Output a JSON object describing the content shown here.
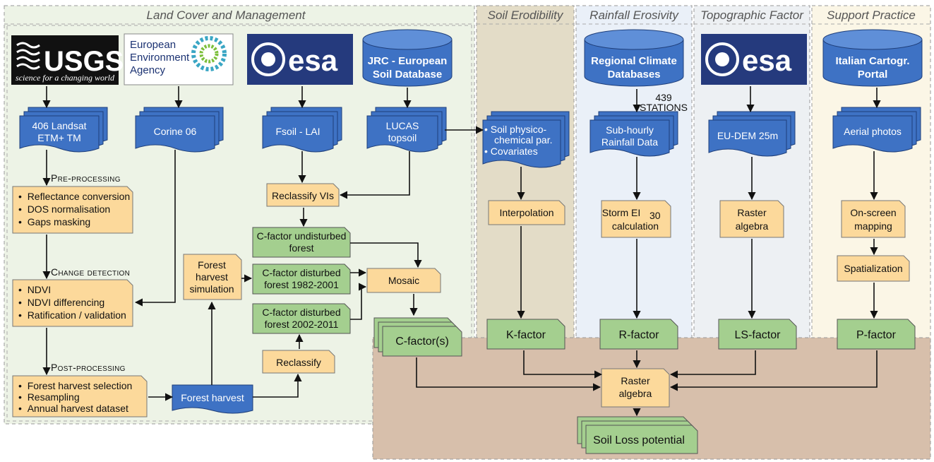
{
  "sections": {
    "land_cover": "Land Cover and Management",
    "soil": "Soil Erodibility",
    "rain": "Rainfall Erosivity",
    "topo": "Topographic Factor",
    "support": "Support Practice"
  },
  "logos": {
    "usgs_name": "USGS",
    "usgs_tag": "science for a changing world",
    "eea_line1": "European",
    "eea_line2": "Environment",
    "eea_line3": "Agency",
    "esa": "esa",
    "esa2": "esa"
  },
  "databases": {
    "jrc_l1": "JRC - European",
    "jrc_l2": "Soil Database",
    "climate_l1": "Regional Climate",
    "climate_l2": "Databases",
    "italian_l1": "Italian Cartogr.",
    "italian_l2": "Portal"
  },
  "data_nodes": {
    "landsat_l1": "406 Landsat",
    "landsat_l2": "ETM+ TM",
    "corine": "Corine 06",
    "fsoil": "Fsoil - LAI",
    "lucas_l1": "LUCAS",
    "lucas_l2": "topsoil",
    "soil_l1": "Soil physico-",
    "soil_l2": "chemical par.",
    "soil_l3": "Covariates",
    "rain_l1": "Sub-hourly",
    "rain_l2": "Rainfall Data",
    "stations_n": "439",
    "stations_l": "STATIONS",
    "dem": "EU-DEM 25m",
    "aerial": "Aerial photos",
    "forest_harvest": "Forest harvest"
  },
  "headings": {
    "pre": "Pre-processing",
    "change": "Change detection",
    "post": "Post-processing"
  },
  "process": {
    "pre_items": [
      "Reflectance conversion",
      "DOS normalisation",
      "Gaps masking"
    ],
    "change_items": [
      "NDVI",
      "NDVI differencing",
      "Ratification / validation"
    ],
    "post_items": [
      "Forest harvest selection",
      "Resampling",
      "Annual harvest dataset"
    ],
    "reclassify_vis": "Reclassify VIs",
    "reclassify": "Reclassify",
    "fhs_l1": "Forest",
    "fhs_l2": "harvest",
    "fhs_l3": "simulation",
    "mosaic": "Mosaic",
    "interpolation": "Interpolation",
    "storm_l1": "Storm EI",
    "storm_sub": "30",
    "storm_l2": "calculation",
    "raster_l1": "Raster",
    "raster_l2": "algebra",
    "onscreen_l1": "On-screen",
    "onscreen_l2": "mapping",
    "spatialization": "Spatialization",
    "final_raster_l1": "Raster",
    "final_raster_l2": "algebra"
  },
  "cfactors": {
    "undist_l1": "C-factor undisturbed",
    "undist_l2": "forest",
    "d1_l1": "C-factor disturbed",
    "d1_l2": "forest 1982-2001",
    "d2_l1": "C-factor disturbed",
    "d2_l2": "forest 2002-2011"
  },
  "outputs": {
    "c": "C-factor(s)",
    "k": "K-factor",
    "r": "R-factor",
    "ls": "LS-factor",
    "p": "P-factor",
    "soil_loss": "Soil Loss potential"
  },
  "colors": {
    "process": "#fcd99b",
    "factor": "#a4cf8f",
    "data": "#3e72c4",
    "panel_land": "#edf3e6",
    "panel_soil": "#e3dcc7",
    "panel_rain": "#eaf0f8",
    "panel_topo": "#edf0f3",
    "panel_support": "#fbf6e6",
    "bottom": "#d7bfab"
  }
}
